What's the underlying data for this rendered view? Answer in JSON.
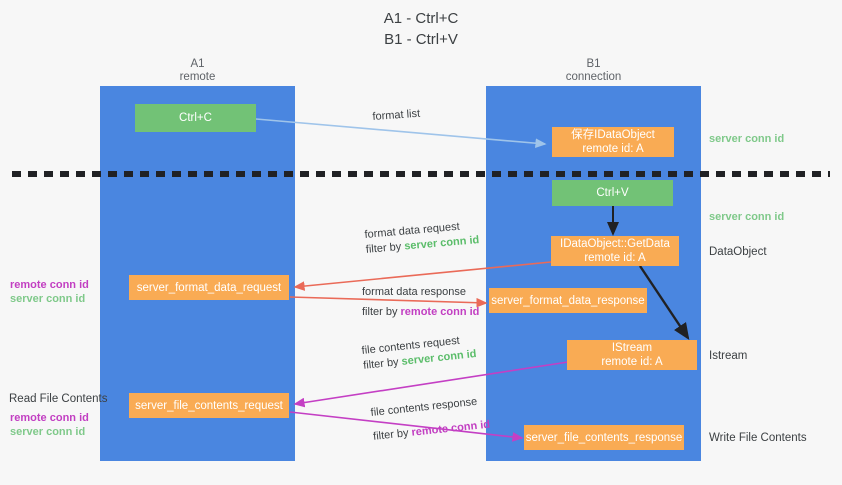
{
  "title": {
    "line1": "A1 - Ctrl+C",
    "line2": "B1 - Ctrl+V"
  },
  "columns": [
    {
      "name": "A1",
      "sub": "remote"
    },
    {
      "name": "B1",
      "sub": "connection"
    }
  ],
  "nodes": {
    "ctrl_c": "Ctrl+C",
    "ctrl_v": "Ctrl+V",
    "save_idataobject_l1": "保存IDataObject",
    "save_idataobject_l2": "remote id: A",
    "getdata_l1": "IDataObject::GetData",
    "getdata_l2": "remote id: A",
    "istream_l1": "IStream",
    "istream_l2": "remote id: A",
    "server_format_data_request": "server_format_data_request",
    "server_format_data_response": "server_format_data_response",
    "server_file_contents_request": "server_file_contents_request",
    "server_file_contents_response": "server_file_contents_response"
  },
  "edges": {
    "format_list": "format list",
    "format_data_request": "format data request",
    "format_data_response": "format data response",
    "file_contents_request": "file contents request",
    "file_contents_response": "file contents response",
    "filter_by": "filter by",
    "server_conn_id": "server conn id",
    "remote_conn_id": "remote conn id"
  },
  "side_labels": {
    "right_conn_top": "server conn id",
    "right_conn_mid": "server conn id",
    "data_object": "DataObject",
    "istream": "Istream",
    "write_file_contents": "Write File Contents",
    "read_file_contents": "Read File Contents",
    "remote_conn_id": "remote conn id",
    "server_conn_id": "server conn id"
  },
  "colors": {
    "lane": "#4a86e0",
    "green_node": "#72c276",
    "orange_node": "#f9ab54",
    "green_text": "#5bbd6a",
    "magenta_text": "#c23fc2",
    "blue_arrow": "#9fc4ea",
    "red_arrow": "#ea6a58",
    "magenta_arrow": "#c43fc4",
    "dark_arrow": "#202124",
    "background": "#f7f7f7"
  }
}
